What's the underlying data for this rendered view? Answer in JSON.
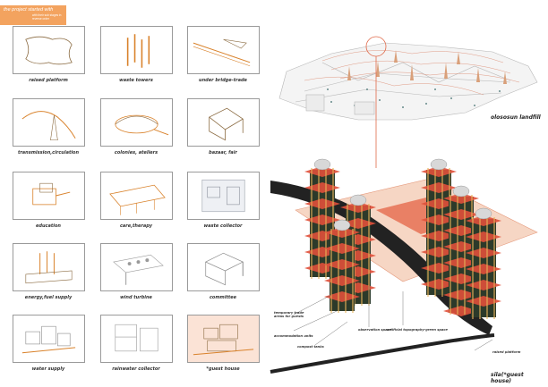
{
  "header": {
    "title": "the project started with",
    "subtitle": "with their sub stages in reverse order"
  },
  "panels": [
    {
      "label": "raised platform"
    },
    {
      "label": "waste towers"
    },
    {
      "label": "under bridge-trade"
    },
    {
      "label": "transmission,circulation"
    },
    {
      "label": "colonies, ateliers"
    },
    {
      "label": "bazaar, fair"
    },
    {
      "label": "education"
    },
    {
      "label": "care,therapy"
    },
    {
      "label": "waste collector"
    },
    {
      "label": "energy,fuel supply"
    },
    {
      "label": "wind turbine"
    },
    {
      "label": "committee"
    },
    {
      "label": "water supply"
    },
    {
      "label": "rainwater collector"
    },
    {
      "label": "*guest house"
    }
  ],
  "main": {
    "landfill_label": "olososun landfill",
    "guest_house_label": "sila(*guest house)",
    "annotations": {
      "trade_areas": "temporary trade areas for guests",
      "accommodation": "accommodation units",
      "compost": "compost tanks",
      "observation": "observation space",
      "topography": "artificial topography-green space",
      "platform": "raised platform"
    }
  },
  "colors": {
    "accent": "#f3a35f",
    "line_orange": "#d9822b",
    "tower_red": "#e0503a",
    "tower_dark": "#2c3a2a"
  }
}
